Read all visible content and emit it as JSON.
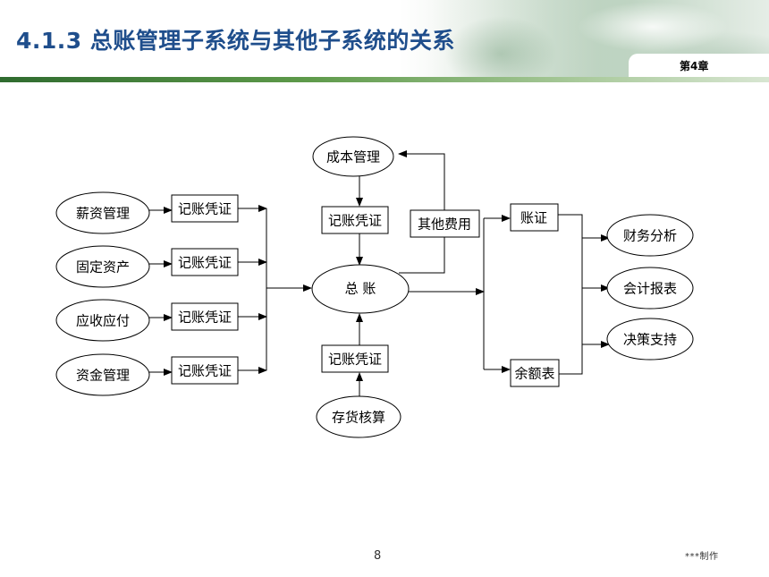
{
  "header": {
    "title": "4.1.3 总账管理子系统与其他子系统的关系",
    "chapter": "第4章"
  },
  "diagram": {
    "left_sources": [
      "薪资管理",
      "固定资产",
      "应收应付",
      "资金管理"
    ],
    "left_vouchers": [
      "记账凭证",
      "记账凭证",
      "记账凭证",
      "记账凭证"
    ],
    "top_source": "成本管理",
    "top_voucher": "记账凭证",
    "other_expense": "其他费用",
    "center": "总  账",
    "bottom_voucher": "记账凭证",
    "bottom_source": "存货核算",
    "mid_outputs": [
      "账证",
      "余额表"
    ],
    "right_outputs": [
      "财务分析",
      "会计报表",
      "决策支持"
    ]
  },
  "footer": {
    "page": "8",
    "credit": "***制作"
  }
}
